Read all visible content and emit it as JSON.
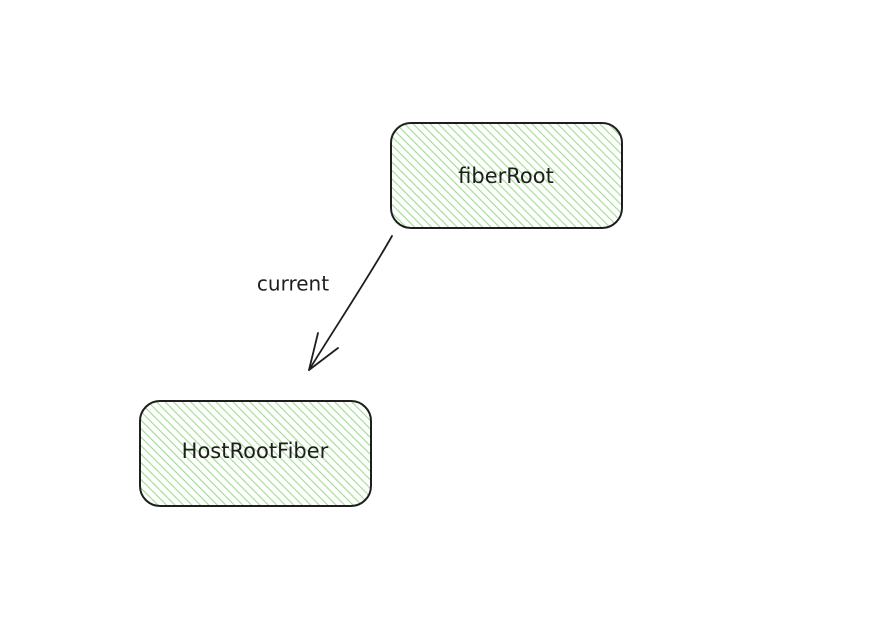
{
  "diagram": {
    "nodes": [
      {
        "id": "fiberRoot",
        "label": "fiberRoot"
      },
      {
        "id": "hostRootFiber",
        "label": "HostRootFiber"
      }
    ],
    "edges": [
      {
        "from": "fiberRoot",
        "to": "hostRootFiber",
        "label": "current"
      }
    ]
  },
  "colors": {
    "background": "#ffffff",
    "node_fill": "#b2f2bb",
    "hatch": "#8bd17c",
    "stroke": "#1e1e1e"
  }
}
